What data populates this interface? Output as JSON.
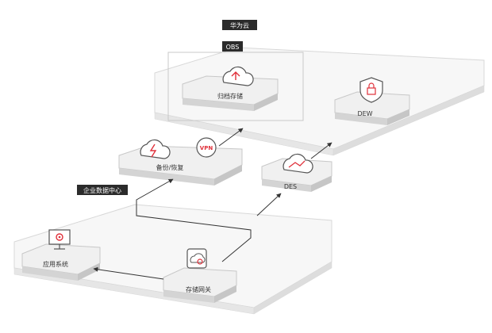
{
  "regions": {
    "cloud": {
      "tag": "华为云"
    },
    "obs": {
      "tag": "OBS"
    },
    "datacenter": {
      "tag": "企业数据中心"
    }
  },
  "nodes": {
    "archive": {
      "label": "归档存储",
      "icon": "cloud-upload-icon"
    },
    "dew": {
      "label": "DEW",
      "icon": "shield-lock-icon"
    },
    "backup": {
      "label": "备份/恢复",
      "icons": [
        "cloud-lightning-icon",
        "vpn-icon"
      ],
      "vpn_text": "VPN"
    },
    "des": {
      "label": "DES",
      "icon": "cloud-transfer-icon"
    },
    "app": {
      "label": "应用系统",
      "icon": "monitor-gear-icon"
    },
    "gateway": {
      "label": "存储网关",
      "icon": "storage-gateway-icon"
    }
  },
  "colors": {
    "accent": "#e0303a",
    "tag_bg": "#2b2b2b",
    "box_face": "#f0f0f0",
    "box_side": "#cfcfcf",
    "arrow": "#333333"
  }
}
